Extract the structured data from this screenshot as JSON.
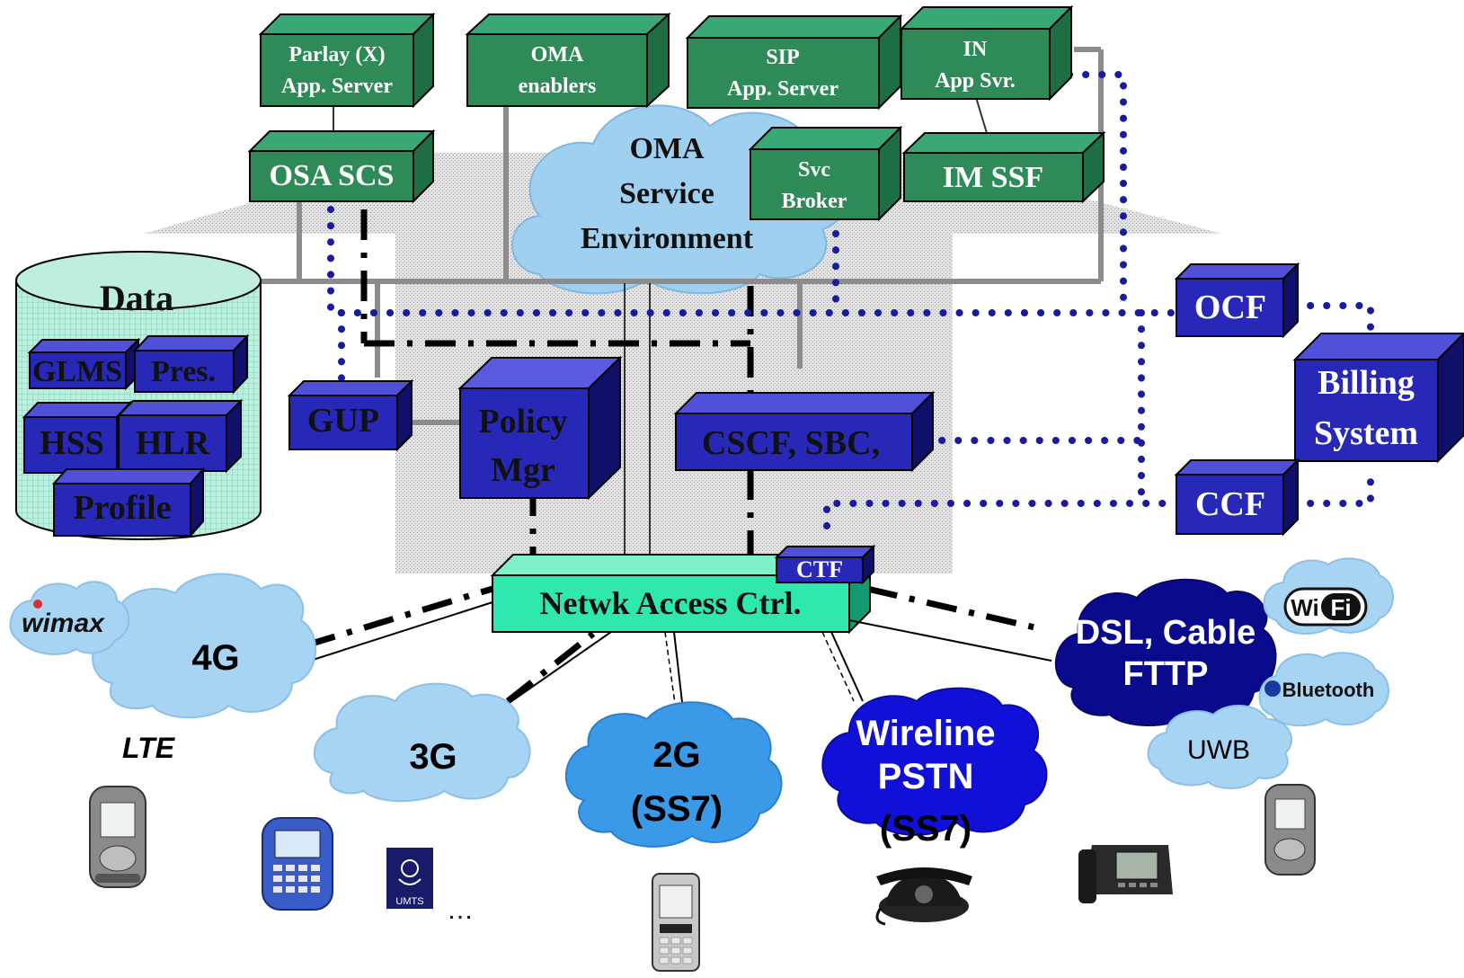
{
  "top_boxes": {
    "parlay": [
      "Parlay (X)",
      "App. Server"
    ],
    "oma_enablers": [
      "OMA",
      "enablers"
    ],
    "sip": [
      "SIP",
      "App. Server"
    ],
    "in_app": [
      "IN",
      "App Svr."
    ]
  },
  "osa_scs": "OSA SCS",
  "im_ssf": "IM SSF",
  "svc_broker": [
    "Svc",
    "Broker"
  ],
  "oma_env": [
    "OMA",
    "Service",
    "Environment"
  ],
  "data": {
    "title": "Data",
    "items": [
      "GLMS",
      "Pres.",
      "HSS",
      "HLR",
      "Profile"
    ]
  },
  "gup": "GUP",
  "policy": [
    "Policy",
    "Mgr"
  ],
  "cscf": "CSCF, SBC,",
  "ocf": "OCF",
  "ccf": "CCF",
  "billing": [
    "Billing",
    "System"
  ],
  "ctf": "CTF",
  "nac": "Netwk Access Ctrl.",
  "networks": {
    "g4": "4G",
    "lte": "LTE",
    "g3": "3G",
    "g2": [
      "2G",
      "(SS7)"
    ],
    "wireline": [
      "Wireline",
      "PSTN",
      "(SS7)"
    ],
    "dsl": [
      "DSL, Cable",
      "FTTP"
    ],
    "uwb": "UWB",
    "ellipsis": "…"
  },
  "logos": {
    "wimax": "wimax",
    "wifi": [
      "Wi",
      "Fi"
    ],
    "bluetooth": "Bluetooth",
    "umts": "UMTS"
  },
  "colors": {
    "green": "#2e8b57",
    "blue": "#2828b8",
    "cyan": "#2ee8b0",
    "cloud_light": "#a8d4f4",
    "cloud_dark": "#0a0a8c",
    "dotted": "#1a1aa0"
  }
}
